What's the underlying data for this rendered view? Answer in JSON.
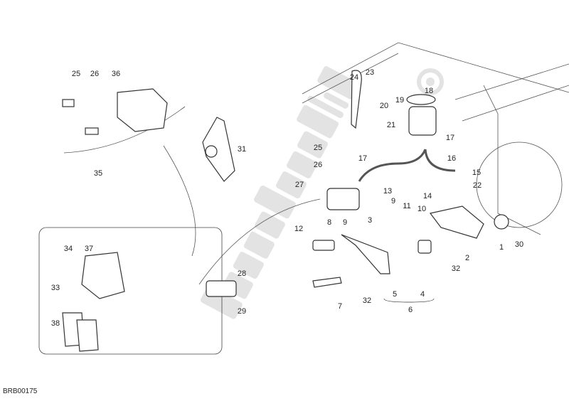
{
  "diagram": {
    "code": "BRB00175",
    "watermark": "PartsRepublik",
    "callouts": [
      "25",
      "26",
      "36",
      "35",
      "31",
      "34",
      "37",
      "33",
      "38",
      "28",
      "29",
      "24",
      "23",
      "18",
      "20",
      "19",
      "21",
      "17",
      "16",
      "15",
      "22",
      "17",
      "25",
      "26",
      "27",
      "13",
      "9",
      "11",
      "10",
      "14",
      "12",
      "8",
      "9",
      "3",
      "1",
      "30",
      "2",
      "32",
      "32",
      "7",
      "5",
      "4",
      "6"
    ],
    "colors": {
      "line": "#333333",
      "watermark": "#d9d9d9"
    }
  }
}
